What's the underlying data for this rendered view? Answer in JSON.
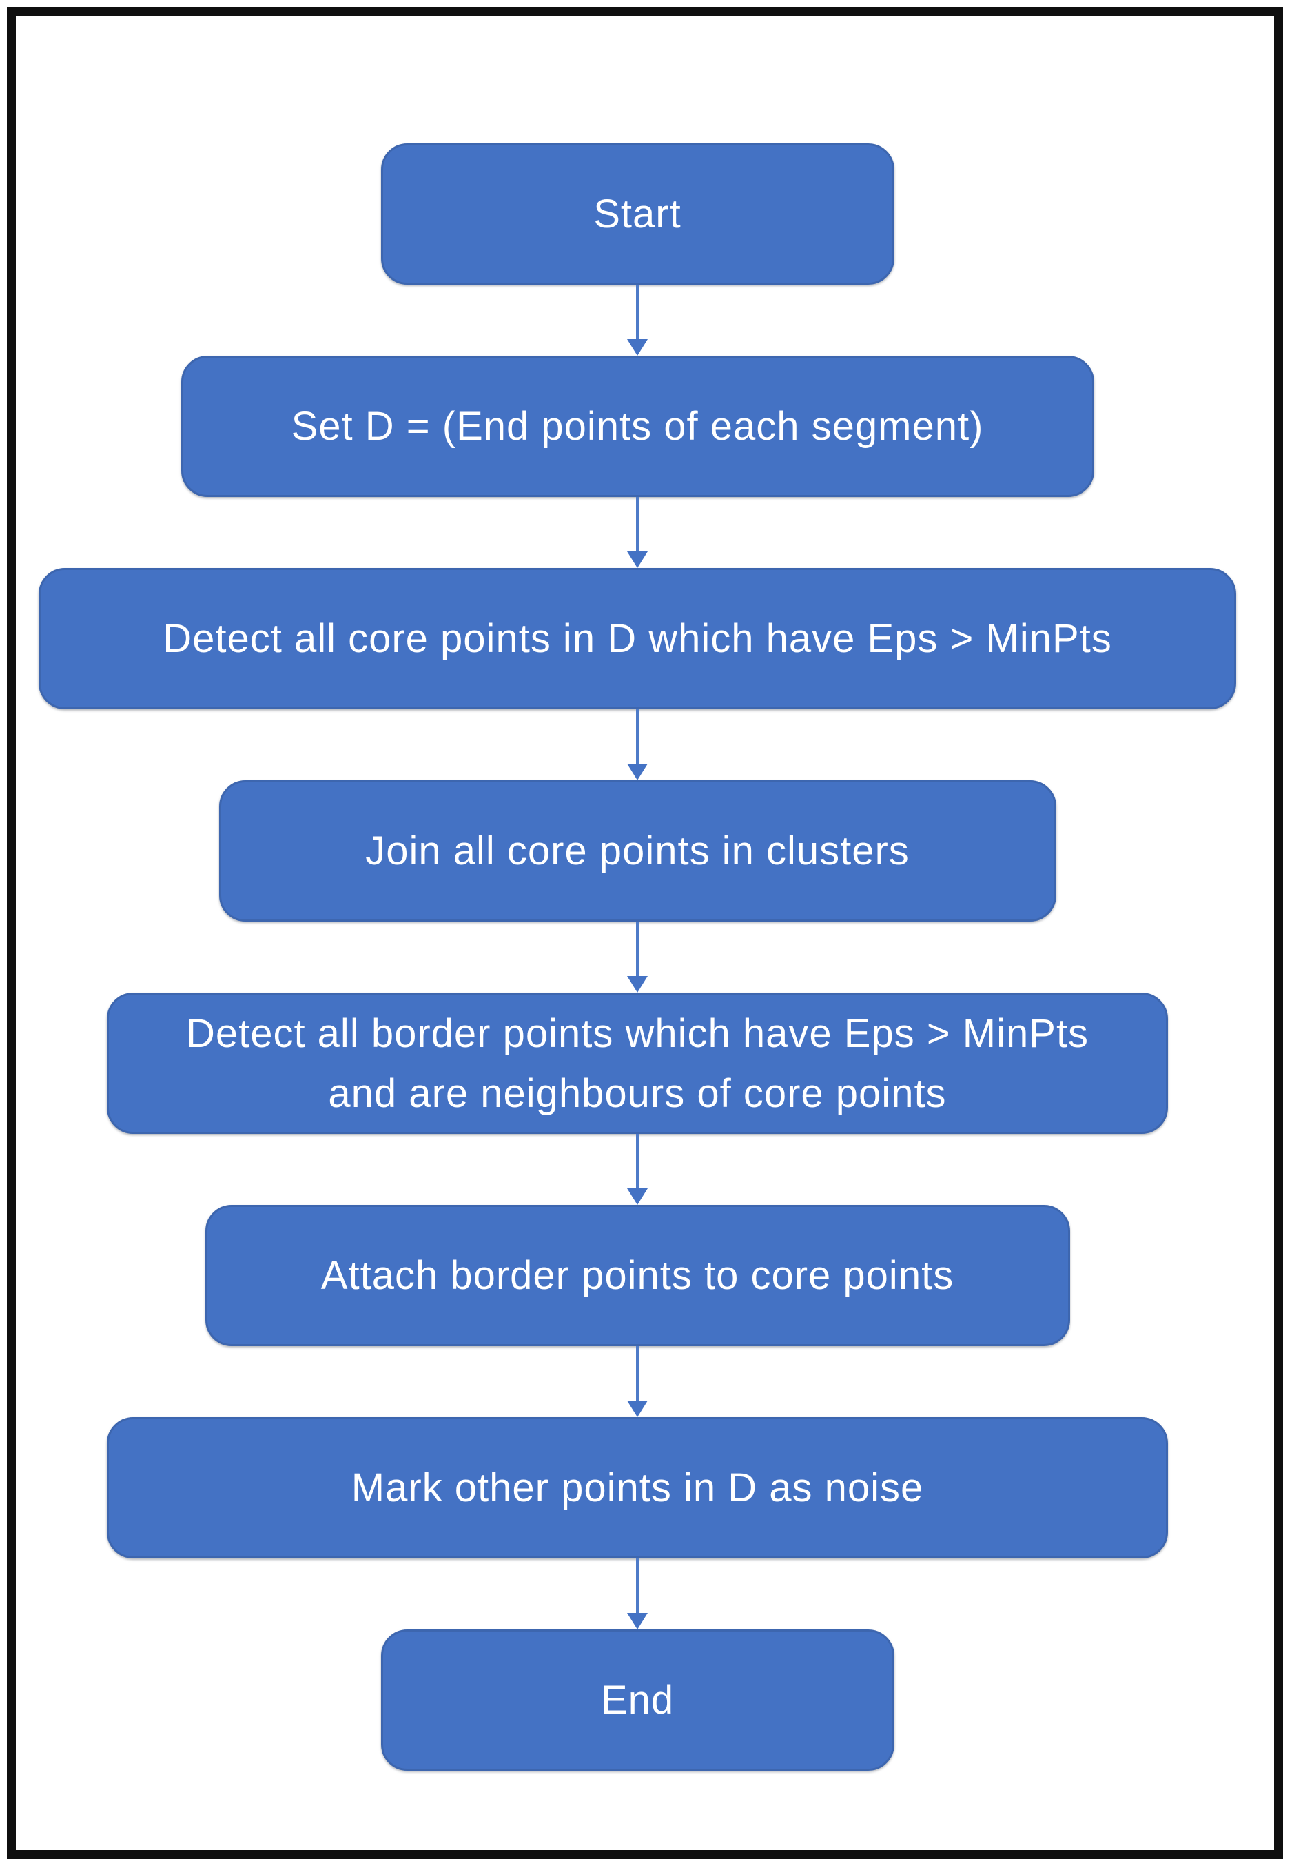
{
  "flowchart": {
    "type": "flowchart",
    "direction": "top-down",
    "colors": {
      "fill": "#4472C4",
      "stroke": "#3D66AF",
      "text": "#FFFFFF",
      "arrow": "#4472C4",
      "arrowline": "#4E7BC8",
      "frame": "#0F0F0F",
      "background": "#FFFFFF"
    },
    "nodes": [
      {
        "id": "start",
        "label": "Start"
      },
      {
        "id": "set-d",
        "label": "Set D = (End points of each segment)"
      },
      {
        "id": "detect-core",
        "label": "Detect all core points in D which have Eps > MinPts"
      },
      {
        "id": "join-core",
        "label": "Join all core points in clusters"
      },
      {
        "id": "detect-border",
        "label": "Detect all border points which have Eps > MinPts\nand are neighbours of core points"
      },
      {
        "id": "attach-border",
        "label": "Attach border points to core points"
      },
      {
        "id": "mark-noise",
        "label": "Mark other points in D as noise"
      },
      {
        "id": "end",
        "label": "End"
      }
    ],
    "edges": [
      [
        "start",
        "set-d"
      ],
      [
        "set-d",
        "detect-core"
      ],
      [
        "detect-core",
        "join-core"
      ],
      [
        "join-core",
        "detect-border"
      ],
      [
        "detect-border",
        "attach-border"
      ],
      [
        "attach-border",
        "mark-noise"
      ],
      [
        "mark-noise",
        "end"
      ]
    ]
  }
}
